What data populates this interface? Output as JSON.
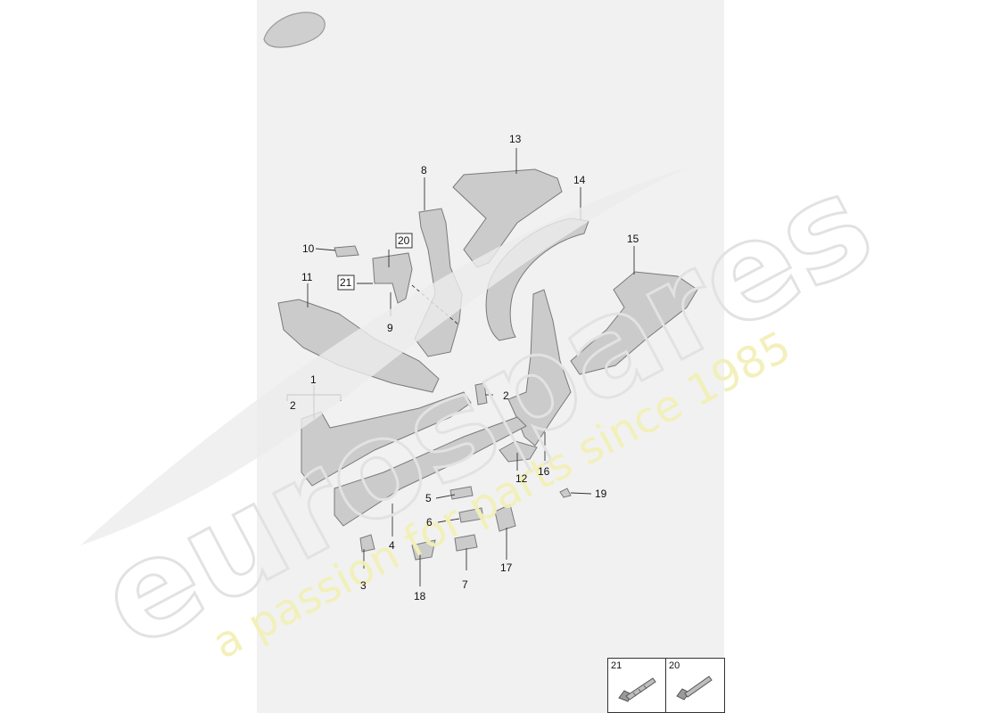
{
  "labels": {
    "l1": "1",
    "l2a": "2",
    "l2b": "2",
    "l3": "3",
    "l4": "4",
    "l5": "5",
    "l6": "6",
    "l7": "7",
    "l8": "8",
    "l9": "9",
    "l10": "10",
    "l11": "11",
    "l12": "12",
    "l13": "13",
    "l14": "14",
    "l15": "15",
    "l16": "16",
    "l17": "17",
    "l18": "18",
    "l19": "19",
    "l20": "20",
    "l21": "21"
  },
  "legend": {
    "left_number": "21",
    "right_number": "20"
  },
  "watermark": {
    "brand": "eurospares",
    "tagline": "a passion for parts since 1985"
  },
  "colors": {
    "sheet": "#f1f1f1",
    "part_fill": "#c9c9c9",
    "part_stroke": "#7a7a7a",
    "brand": "#e8e8e8",
    "tagline": "#f3f0b8"
  }
}
